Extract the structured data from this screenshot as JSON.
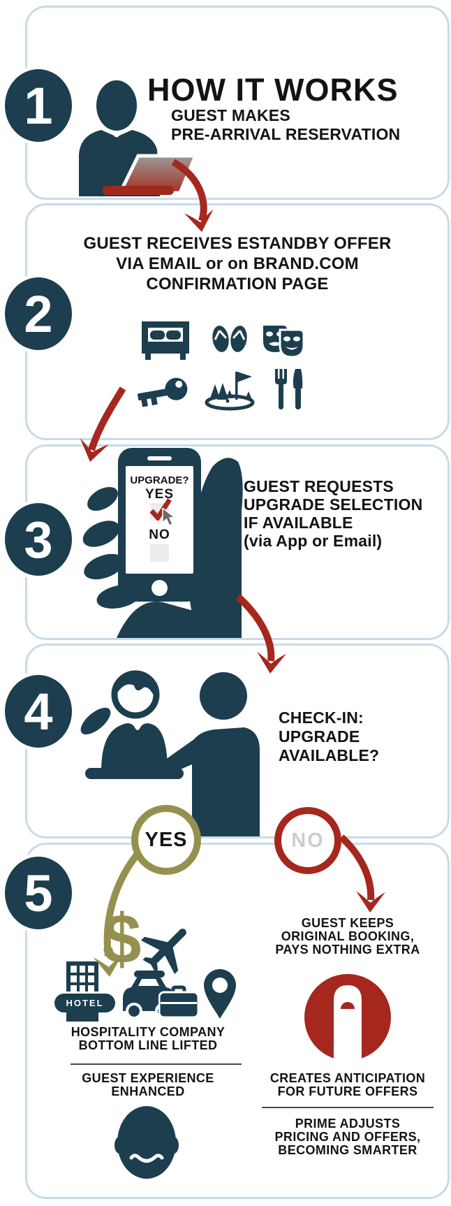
{
  "colors": {
    "teal": "#1C3E4E",
    "red": "#A6271E",
    "olive": "#95904E",
    "card_border": "#C8DBE7",
    "no_label_gray": "#CDCDCD",
    "checkbox_gray": "#EDEDED",
    "cursor_gray": "#6B6B6B",
    "text": "#131313"
  },
  "header": {
    "title": "HOW IT WORKS"
  },
  "steps": [
    {
      "number": "1",
      "caption_lines": [
        "GUEST MAKES",
        "PRE-ARRIVAL RESERVATION"
      ],
      "icons": [
        "person-at-laptop-icon",
        "red-curved-arrow-icon"
      ]
    },
    {
      "number": "2",
      "caption_lines": [
        "GUEST RECEIVES ESTANDBY OFFER",
        "VIA EMAIL or on BRAND.COM",
        "CONFIRMATION PAGE"
      ],
      "icons": [
        "bed-icon",
        "flip-flops-icon",
        "theater-masks-icon",
        "key-icon",
        "golf-icon",
        "dining-icon",
        "red-curved-arrow-icon"
      ]
    },
    {
      "number": "3",
      "caption_lines": [
        "GUEST REQUESTS",
        "UPGRADE SELECTION",
        "IF AVAILABLE",
        "(via App or Email)"
      ],
      "phone": {
        "prompt": "UPGRADE?",
        "yes_label": "YES",
        "no_label": "NO"
      },
      "icons": [
        "hand-holding-phone-icon",
        "checkmark-icon",
        "cursor-icon",
        "red-curved-arrow-icon"
      ]
    },
    {
      "number": "4",
      "caption_lines": [
        "CHECK-IN:",
        "UPGRADE",
        "AVAILABLE?"
      ],
      "icons": [
        "reception-desk-icon"
      ]
    },
    {
      "number": "5",
      "yes_branch": {
        "label": "YES",
        "dollar_glyph": "$",
        "hotel_sign": "HOTEL",
        "icons": [
          "olive-curved-arrow-icon",
          "dollar-icon",
          "plane-icon",
          "hotel-icon",
          "car-icon",
          "luggage-icon",
          "map-pin-icon",
          "smiling-guest-icon"
        ],
        "outcome1_lines": [
          "HOSPITALITY COMPANY",
          "BOTTOM LINE LIFTED"
        ],
        "outcome2_lines": [
          "GUEST EXPERIENCE",
          "ENHANCED"
        ]
      },
      "no_branch": {
        "label": "NO",
        "icons": [
          "red-curved-arrow-icon",
          "prime-logo-icon"
        ],
        "outcome1_lines": [
          "GUEST KEEPS",
          "ORIGINAL BOOKING,",
          "PAYS NOTHING EXTRA"
        ],
        "outcome2_lines": [
          "CREATES ANTICIPATION",
          "FOR FUTURE OFFERS"
        ],
        "outcome3_lines": [
          "PRIME ADJUSTS",
          "PRICING AND OFFERS,",
          "BECOMING SMARTER"
        ]
      }
    }
  ]
}
